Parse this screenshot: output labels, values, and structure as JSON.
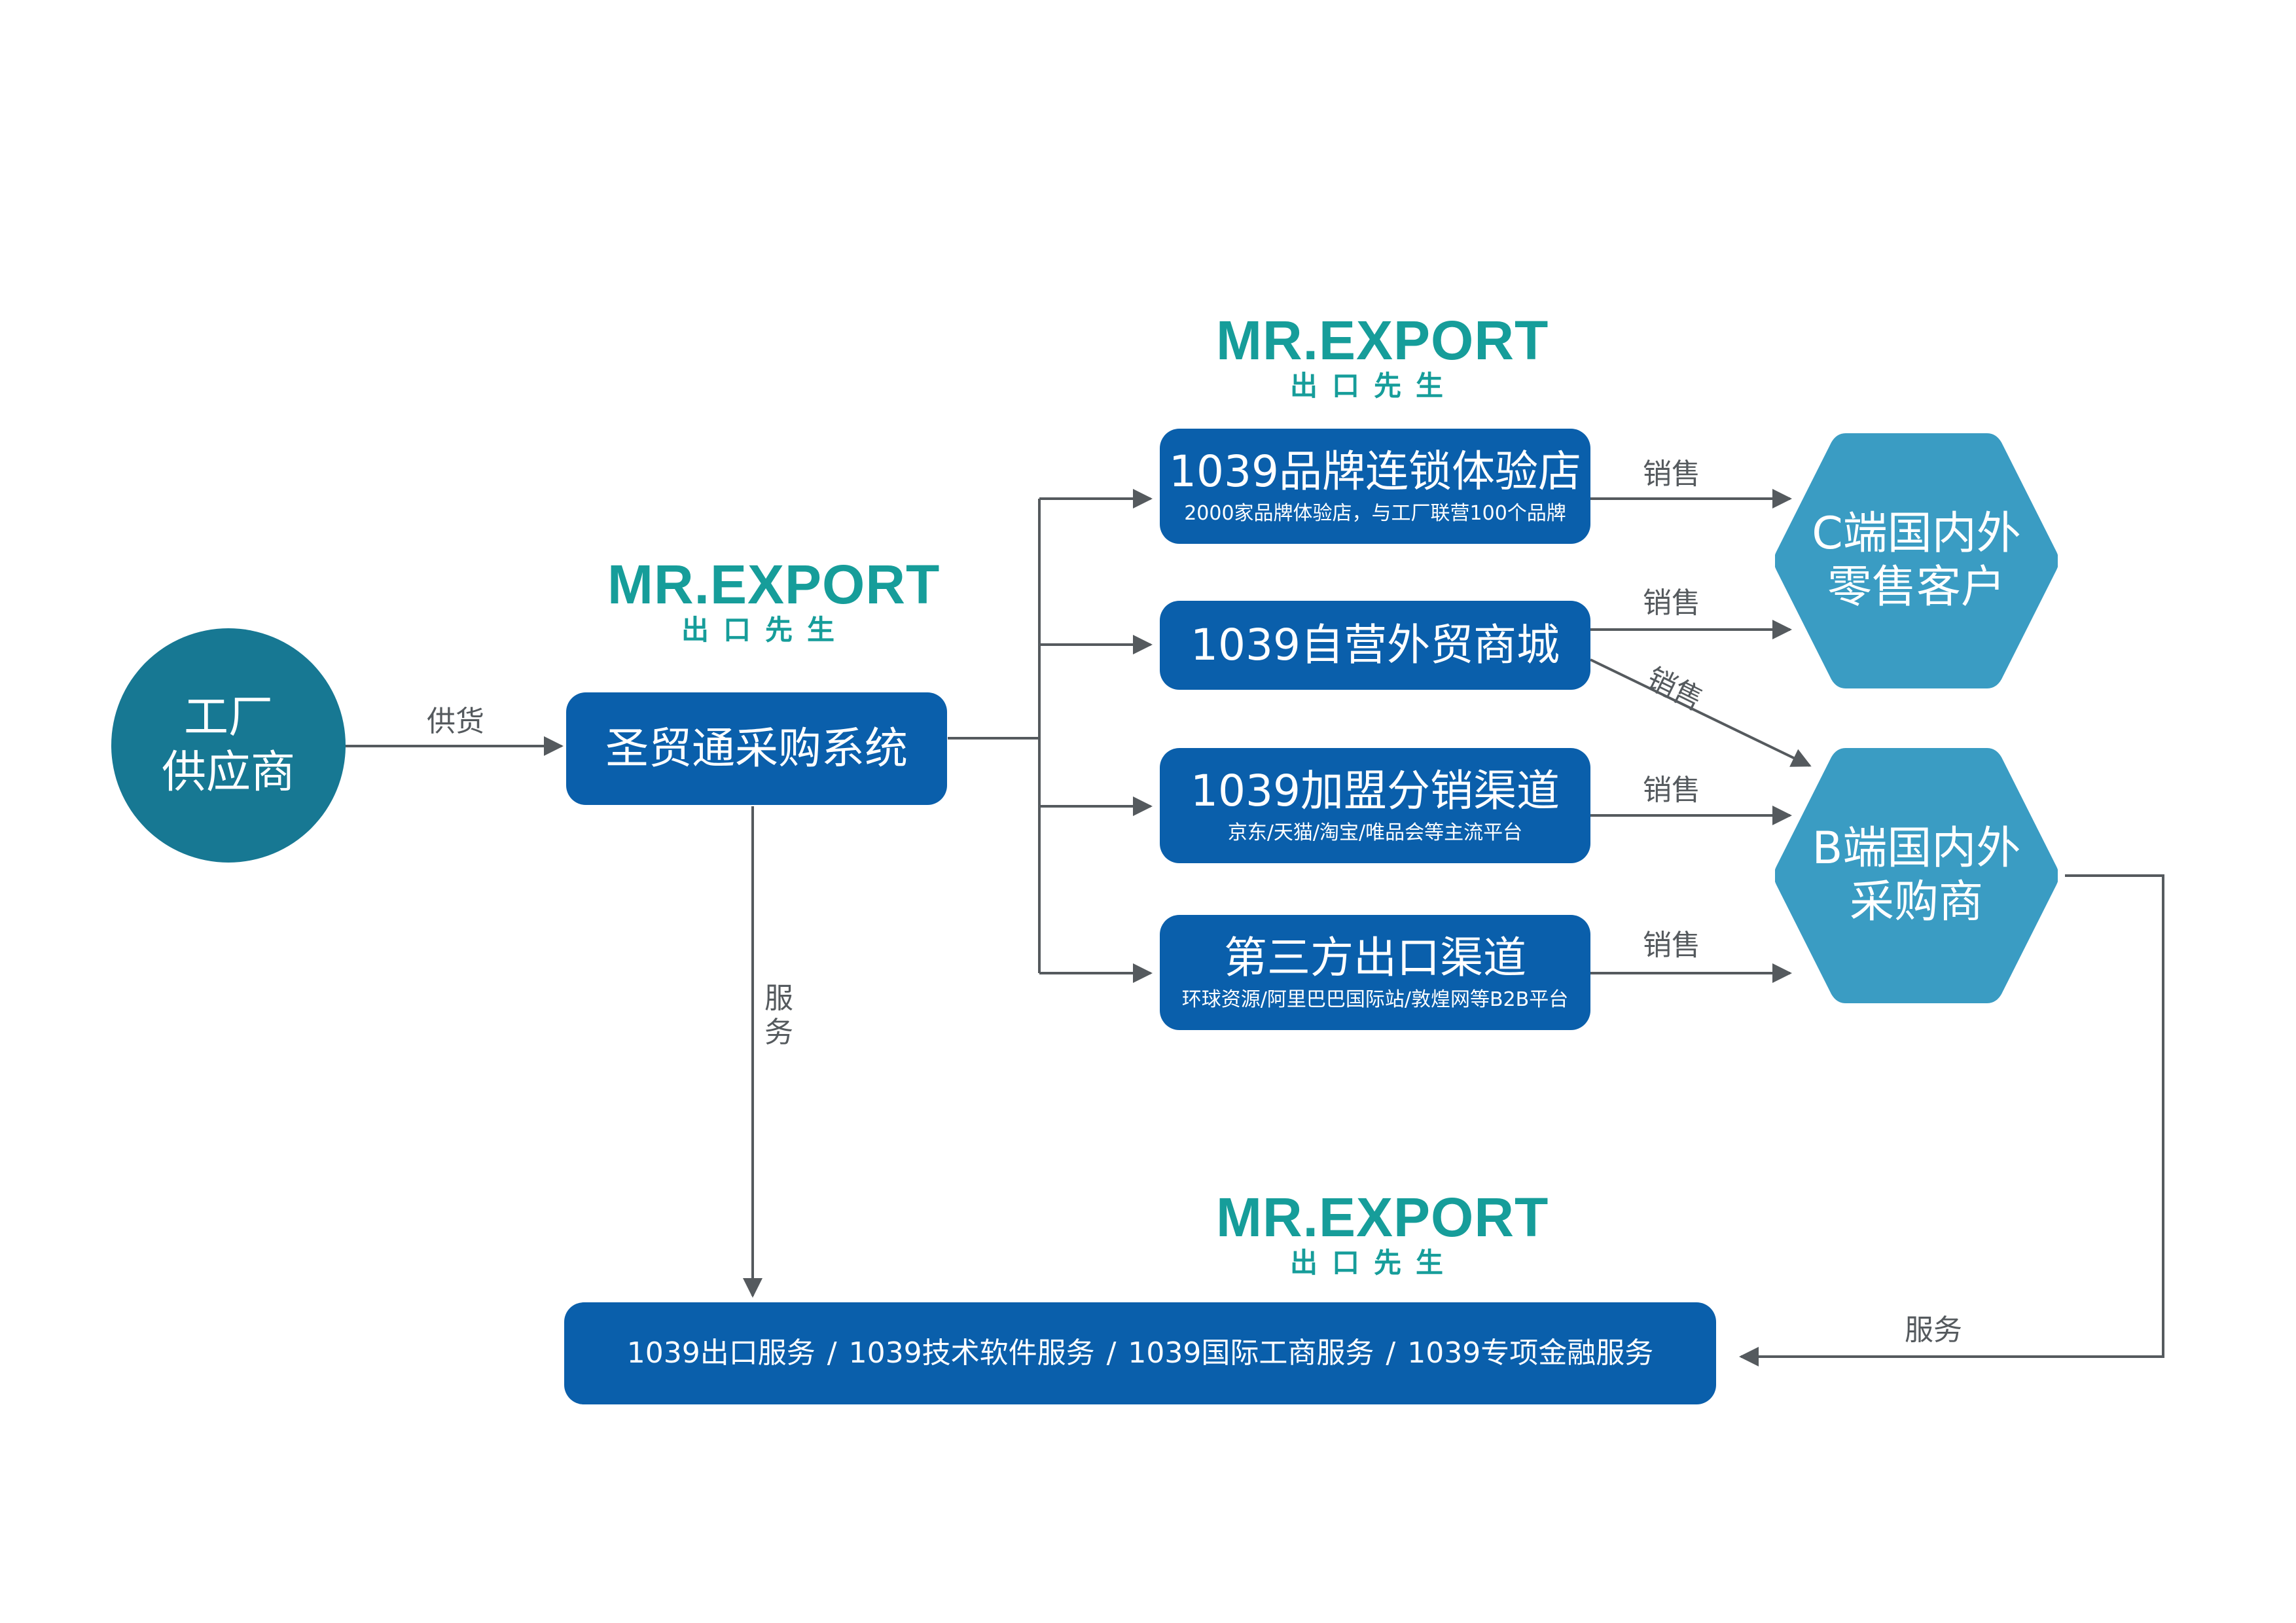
{
  "brand": {
    "name_en": "MR.EXPORT",
    "name_cn": "出口先生"
  },
  "nodes": {
    "factory": {
      "line1": "工厂",
      "line2": "供应商"
    },
    "procurement": {
      "label": "圣贸通采购系统"
    },
    "channels": [
      {
        "title": "1039品牌连锁体验店",
        "subtitle": "2000家品牌体验店，与工厂联营100个品牌"
      },
      {
        "title": "1039自营外贸商城",
        "subtitle": ""
      },
      {
        "title": "1039加盟分销渠道",
        "subtitle": "京东/天猫/淘宝/唯品会等主流平台"
      },
      {
        "title": "第三方出口渠道",
        "subtitle": "环球资源/阿里巴巴国际站/敦煌网等B2B平台"
      }
    ],
    "c_customers": {
      "line1": "C端国内外",
      "line2": "零售客户"
    },
    "b_buyers": {
      "line1": "B端国内外",
      "line2": "采购商"
    },
    "services": {
      "items": [
        "1039出口服务",
        "1039技术软件服务",
        "1039国际工商服务",
        "1039专项金融服务"
      ],
      "separator": "/"
    }
  },
  "edge_labels": {
    "supply": "供货",
    "sales": "销售",
    "service": "服务",
    "service_v1": "服",
    "service_v2": "务"
  },
  "colors": {
    "box_blue": "#0a5fab",
    "circle_teal": "#177893",
    "hex_blue": "#3a9cc3",
    "brand_teal": "#169d9a",
    "line_gray": "#555a5e"
  }
}
